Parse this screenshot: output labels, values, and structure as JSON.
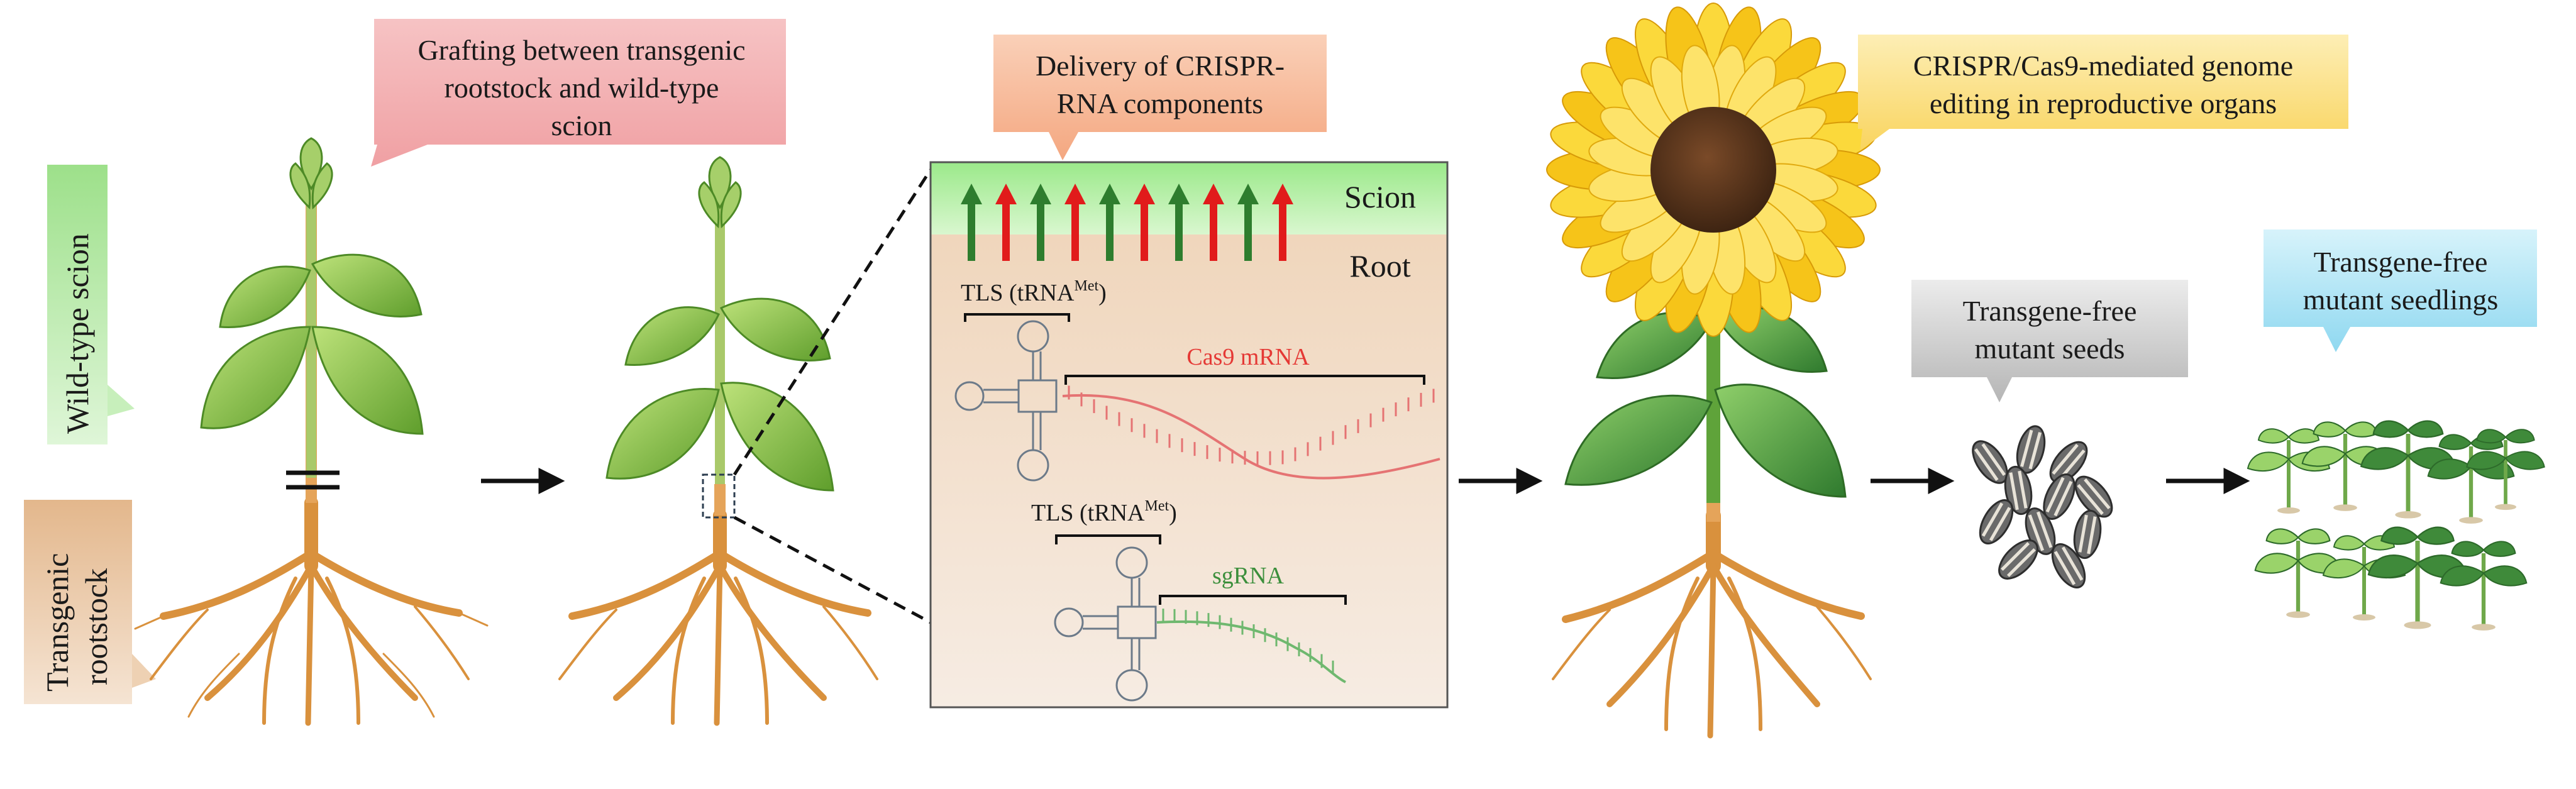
{
  "side_labels": {
    "scion": "Wild-type scion",
    "rootstock_line1": "Transgenic",
    "rootstock_line2": "rootstock"
  },
  "callouts": {
    "grafting": [
      "Grafting between transgenic",
      "rootstock and wild-type",
      "scion"
    ],
    "delivery": [
      "Delivery of CRISPR-",
      "RNA components"
    ],
    "editing": [
      "CRISPR/Cas9-mediated genome",
      "editing in reproductive organs"
    ],
    "seeds": [
      "Transgene-free",
      "mutant seeds"
    ],
    "seedlings": [
      "Transgene-free",
      "mutant seedlings"
    ]
  },
  "inset": {
    "scion_label": "Scion",
    "root_label": "Root",
    "tls_label_1": "TLS (tRNA",
    "tls_sup_1": "Met",
    "tls_close_1": ")",
    "cas9_label": "Cas9 mRNA",
    "tls_label_2": "TLS (tRNA",
    "tls_sup_2": "Met",
    "tls_close_2": ")",
    "sgrna_label": "sgRNA"
  },
  "colors": {
    "callout_pink": "#f4b6b8",
    "callout_salmon": "#f7b899",
    "callout_yellow": "#fbe08a",
    "callout_gray": "#c9c9c9",
    "callout_cyan": "#b4e6f5",
    "scion_green": "#b7eaa5",
    "rootstock_tan": "#e6c09a",
    "arrow_red": "#e11b1b",
    "arrow_green": "#2e7d2e",
    "cas9_red": "#e53935",
    "sgrna_green": "#3c8f3c"
  }
}
